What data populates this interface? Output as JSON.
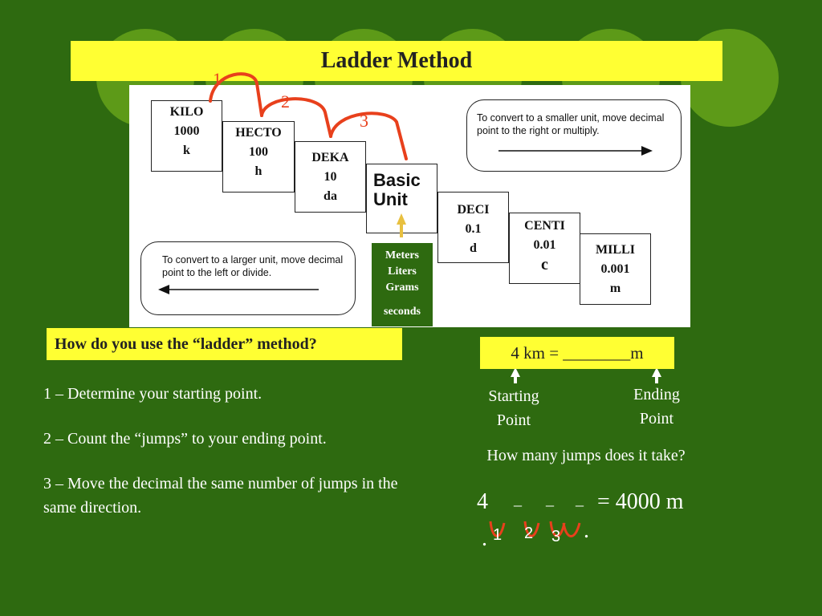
{
  "title": "Ladder Method",
  "ladder": {
    "kilo": {
      "name": "KILO",
      "value": "1000",
      "symbol": "k"
    },
    "hecto": {
      "name": "HECTO",
      "value": "100",
      "symbol": "h"
    },
    "deka": {
      "name": "DEKA",
      "value": "10",
      "symbol": "da"
    },
    "basic": {
      "line1": "Basic",
      "line2": "Unit"
    },
    "deci": {
      "name": "DECI",
      "value": "0.1",
      "symbol": "d"
    },
    "centi": {
      "name": "CENTI",
      "value": "0.01",
      "symbol": "c"
    },
    "milli": {
      "name": "MILLI",
      "value": "0.001",
      "symbol": "m"
    },
    "base_units": [
      "Meters",
      "Liters",
      "Grams",
      "seconds"
    ],
    "jumps": [
      "1",
      "2",
      "3"
    ]
  },
  "notes": {
    "smaller": "To convert to a smaller unit, move decimal  point to the right or multiply.",
    "larger": "To convert to a larger unit, move decimal  point to the left or divide."
  },
  "question": "How do you use the “ladder” method?",
  "steps": [
    "1 – Determine your starting point.",
    "2 – Count the “jumps” to your ending point.",
    "3 – Move the decimal the same number of jumps in the same direction."
  ],
  "example": {
    "equation": "4 km = ________m",
    "start_label": "Starting Point",
    "end_label": "Ending Point",
    "prompt": "How many jumps does it take?",
    "start_digit": "4",
    "blanks": [
      "_",
      "_",
      "_"
    ],
    "result": "= 4000 m",
    "jump_labels": [
      "1",
      "2",
      "3"
    ],
    "decimal": "."
  },
  "colors": {
    "background": "#2e6a10",
    "highlight": "#ffff33",
    "arrow": "#e8401c",
    "circle": "#5d9a18"
  }
}
